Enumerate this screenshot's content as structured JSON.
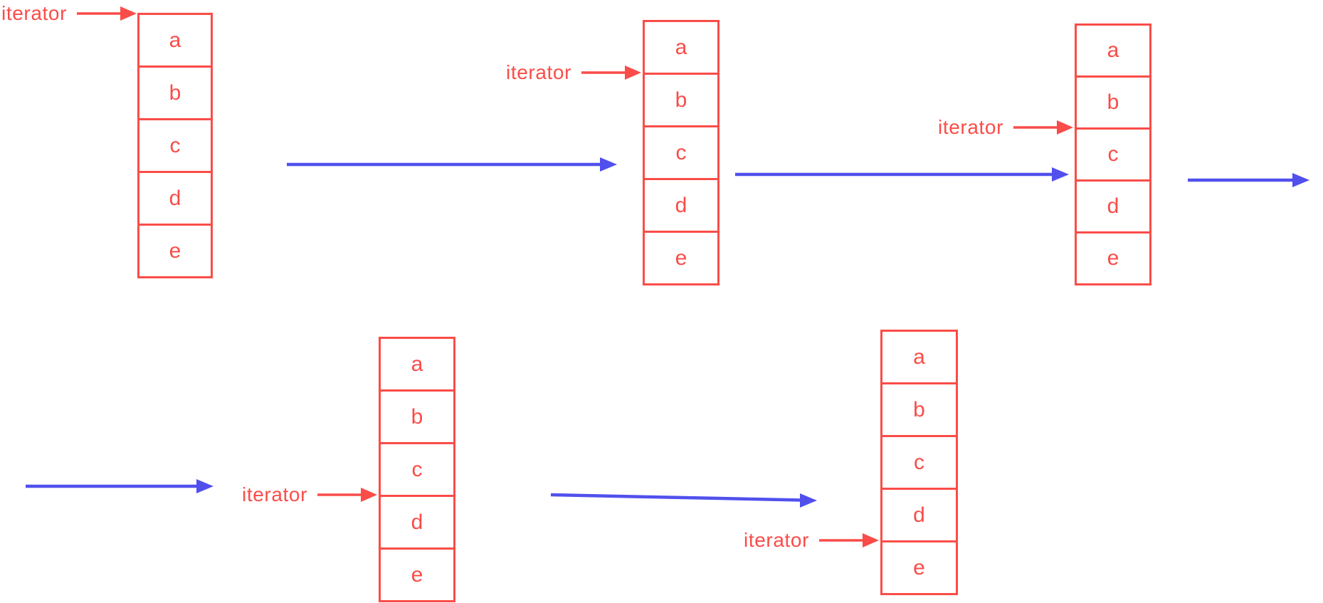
{
  "colors": {
    "red": "#fa4c48",
    "blue": "#5150ed",
    "bg": "#ffffff"
  },
  "diagram": {
    "type": "iterator-progression",
    "list_elements": [
      "a",
      "b",
      "c",
      "d",
      "e"
    ],
    "states": [
      {
        "iterator_label": "iterator",
        "cells": [
          "a",
          "b",
          "c",
          "d",
          "e"
        ],
        "iterator_position": "before a"
      },
      {
        "iterator_label": "iterator",
        "cells": [
          "a",
          "b",
          "c",
          "d",
          "e"
        ],
        "iterator_position": "between a and b"
      },
      {
        "iterator_label": "iterator",
        "cells": [
          "a",
          "b",
          "c",
          "d",
          "e"
        ],
        "iterator_position": "between b and c"
      },
      {
        "iterator_label": "iterator",
        "cells": [
          "a",
          "b",
          "c",
          "d",
          "e"
        ],
        "iterator_position": "between c and d"
      },
      {
        "iterator_label": "iterator",
        "cells": [
          "a",
          "b",
          "c",
          "d",
          "e"
        ],
        "iterator_position": "between d and e"
      }
    ]
  }
}
